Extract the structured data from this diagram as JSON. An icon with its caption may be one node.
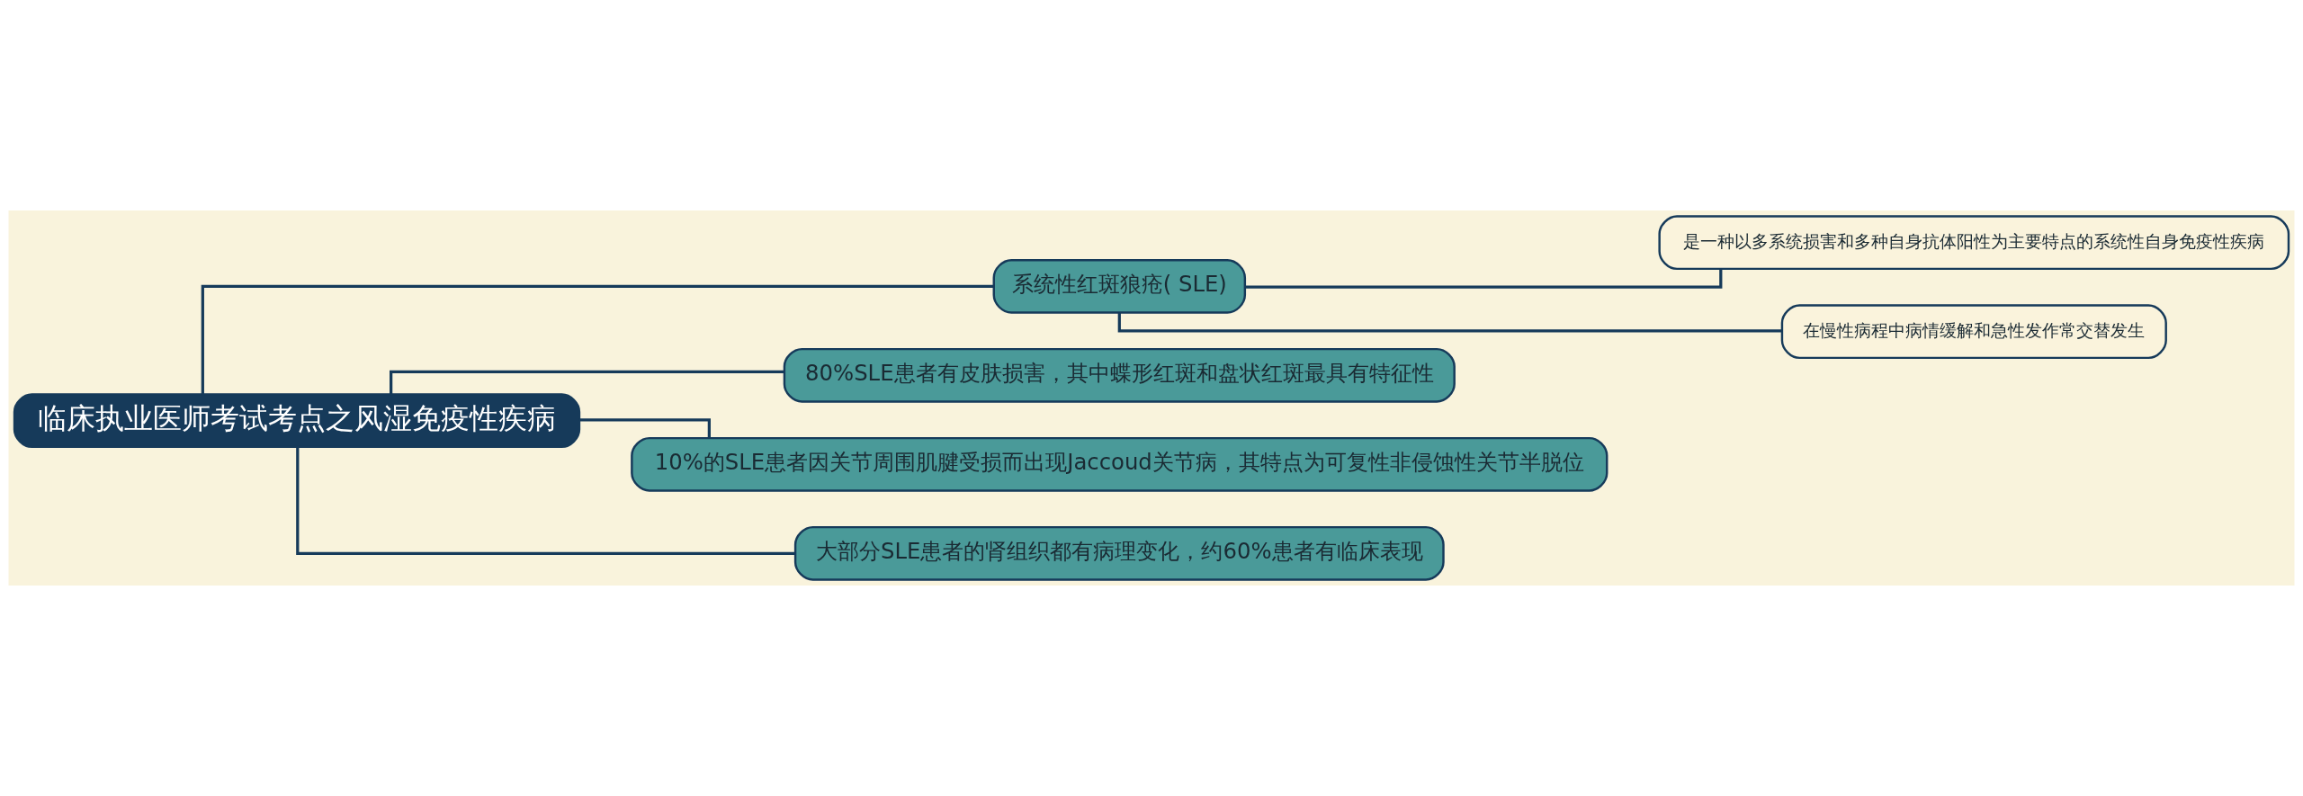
{
  "diagram": {
    "nodes": [
      {
        "text": [
          "临床执业医师考试考点之风湿免疫性疾病"
        ]
      },
      {
        "text": [
          "系统性红斑狼疮( SLE)"
        ]
      },
      {
        "text": [
          "是一种以多系统损害和多种自身抗体阳性为主要特点的系统性自身免疫性疾病"
        ]
      },
      {
        "text": [
          "在慢性病程中病情缓解和急性发作常交替发生"
        ]
      },
      {
        "text": [
          "80%SLE患者有皮肤损害，其中蝶形红斑和盘状红斑最具有特征性"
        ]
      },
      {
        "text": [
          "10%的SLE患者因关节周围肌腱受损而出现Jaccoud关节病，其特点为可复性非侵蚀性关节半脱位"
        ]
      },
      {
        "text": [
          "大部分SLE患者的肾组织都有病理变化，约60%患者有临床表现"
        ]
      }
    ],
    "edges": [
      {
        "from": 0,
        "to": 1,
        "arrow": "none"
      },
      {
        "from": 1,
        "to": 2,
        "arrow": "none"
      },
      {
        "from": 1,
        "to": 3,
        "arrow": "none"
      },
      {
        "from": 0,
        "to": 4,
        "arrow": "none"
      },
      {
        "from": 0,
        "to": 5,
        "arrow": "none"
      },
      {
        "from": 0,
        "to": 6,
        "arrow": "none"
      }
    ]
  }
}
